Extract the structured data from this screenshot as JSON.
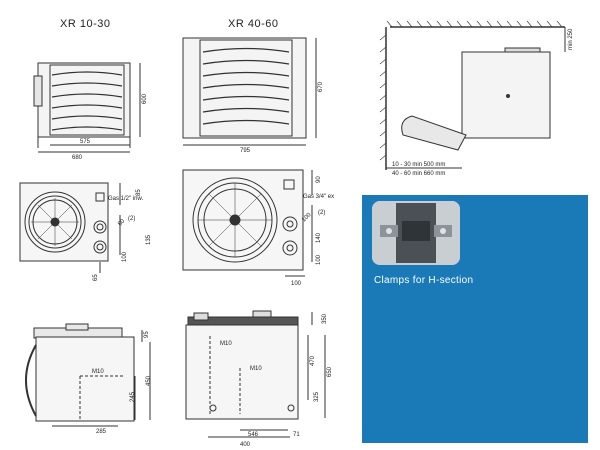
{
  "titles": {
    "small": "XR 10-30",
    "large": "XR 40-60"
  },
  "front_small": {
    "width": "575",
    "overall": "680",
    "height": "600"
  },
  "front_large": {
    "width": "795",
    "height": "670"
  },
  "fan_small": {
    "gas_label": "Gas 1/2\" inw.",
    "d1": "85",
    "d2": "80",
    "d3": "(2)",
    "d4": "135",
    "d5": "100",
    "d6": "65"
  },
  "fan_large": {
    "gas_label": "Gas 3/4\" ex",
    "d1": "90",
    "d2": "100",
    "d3": "(2)",
    "d4": "140",
    "d5": "100",
    "d6": "100"
  },
  "top_small": {
    "m10": "M10",
    "d1": "95",
    "d2": "450",
    "d3": "245",
    "d4": "285"
  },
  "top_large": {
    "m10_a": "M10",
    "m10_b": "M10",
    "d1": "350",
    "d2": "470",
    "d3": "650",
    "d4": "325",
    "d5": "546",
    "d6": "71",
    "d7": "400"
  },
  "side": {
    "min_top": "min 250",
    "note1": "10 - 30 min 500 mm",
    "note2": "40 - 60 min 660 mm"
  },
  "photo": {
    "caption": "Clamps for H-section"
  },
  "colors": {
    "panel": "#1a7ab8",
    "line": "#333333"
  }
}
